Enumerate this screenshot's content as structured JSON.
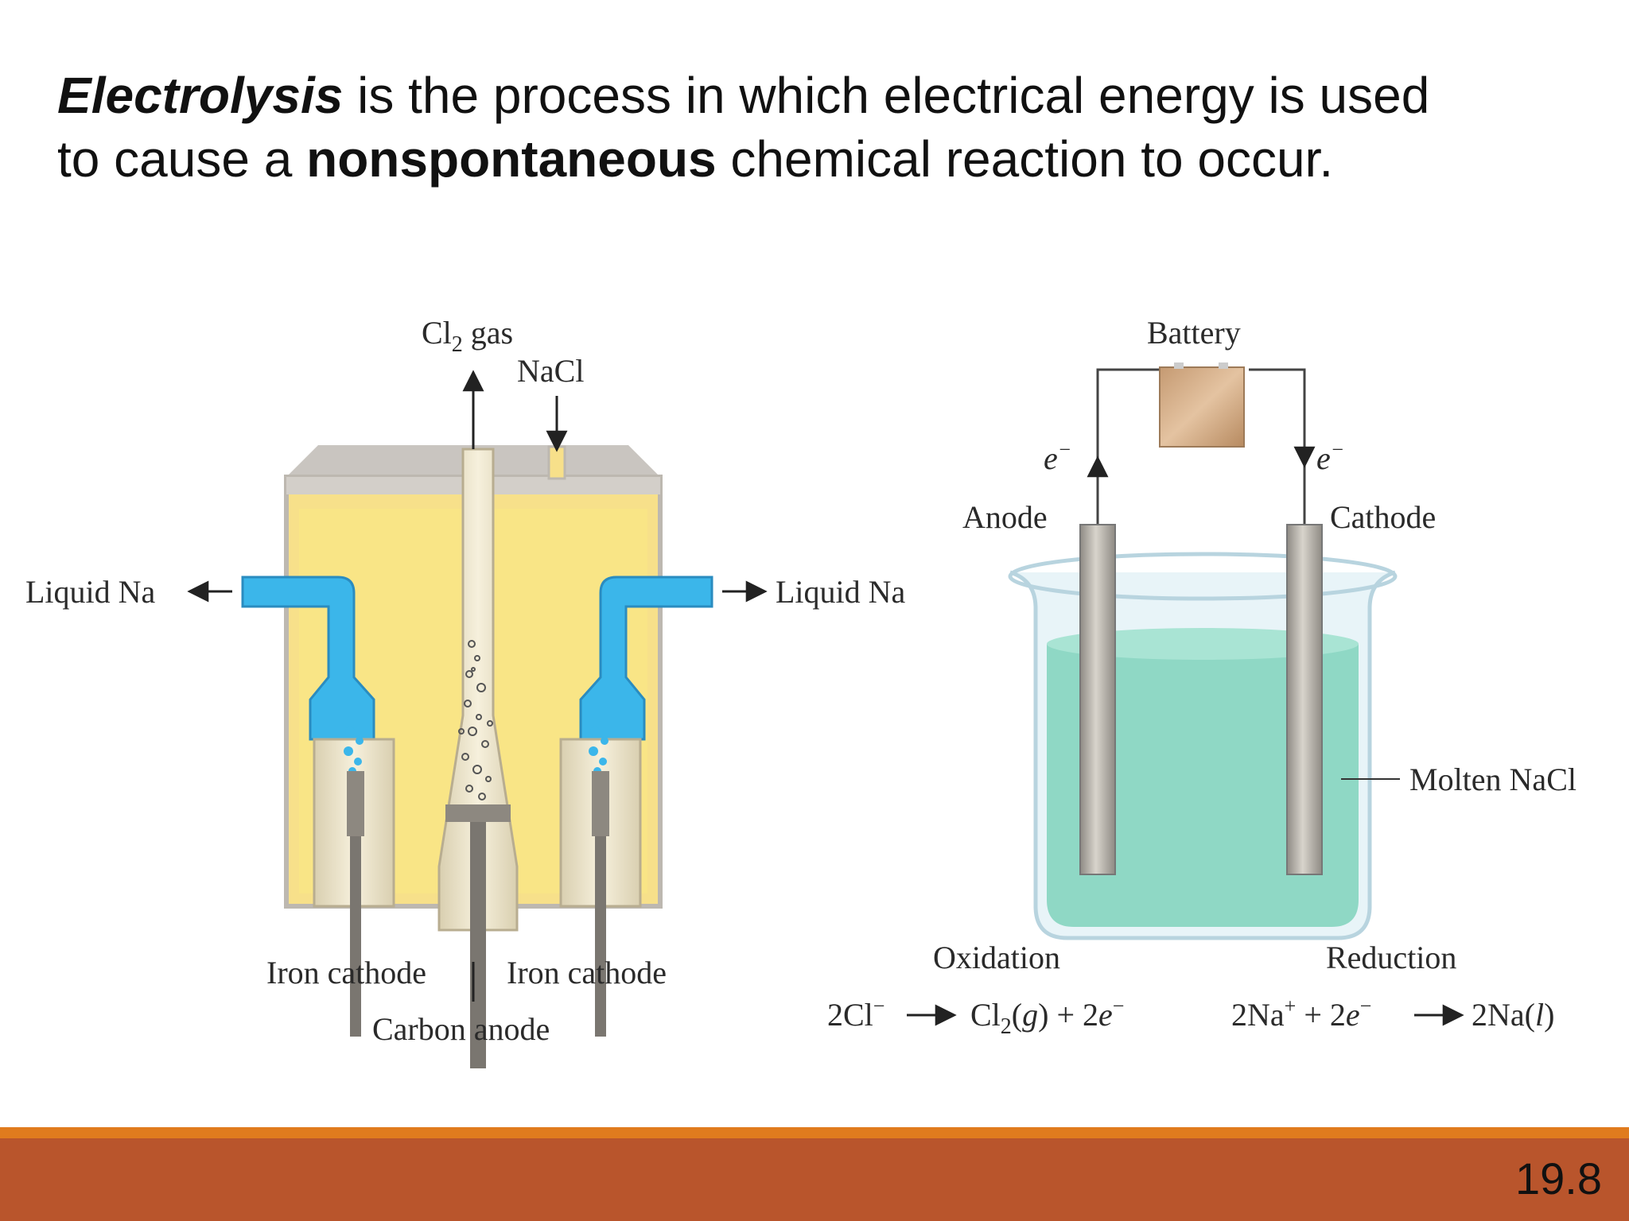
{
  "heading": {
    "term": "Electrolysis",
    "line1_rest": " is the process in which electrical energy is used",
    "line2_start": "to cause a ",
    "emphasis": "nonspontaneous",
    "line2_end": " chemical reaction to occur."
  },
  "downs_cell": {
    "gas_out_main": "Cl",
    "gas_out_sub": "2",
    "gas_out_rest": " gas",
    "feed": "NaCl",
    "left_outlet": "Liquid Na",
    "right_outlet": "Liquid Na",
    "left_electrode": "Iron cathode",
    "right_electrode": "Iron cathode",
    "center_electrode": "Carbon anode"
  },
  "beaker_cell": {
    "power_source": "Battery",
    "electron_symbol": "e",
    "electron_charge": "−",
    "left_electrode": "Anode",
    "right_electrode": "Cathode",
    "electrolyte": "Molten NaCl",
    "left_process": "Oxidation",
    "right_process": "Reduction",
    "oxidation_eq": {
      "reactant": "2Cl",
      "reactant_charge": "−",
      "product": "Cl",
      "product_sub": "2",
      "product_open": "(",
      "product_state": "g",
      "product_close": ") + 2",
      "electron": "e",
      "electron_charge": "−"
    },
    "reduction_eq": {
      "reactant": "2Na",
      "reactant_charge": "+",
      "plus": " + 2",
      "electron": "e",
      "electron_charge": "−",
      "product": "2Na(",
      "product_state": "l",
      "product_close": ")"
    }
  },
  "footer": {
    "page_number": "19.8"
  },
  "colors": {
    "footer_bar": "#b9552c",
    "footer_accent": "#e07b1e",
    "molten_salt": "#f7e08a",
    "liquid_sodium": "#3bb6ea",
    "electrolyte": "#8fd8c5"
  }
}
